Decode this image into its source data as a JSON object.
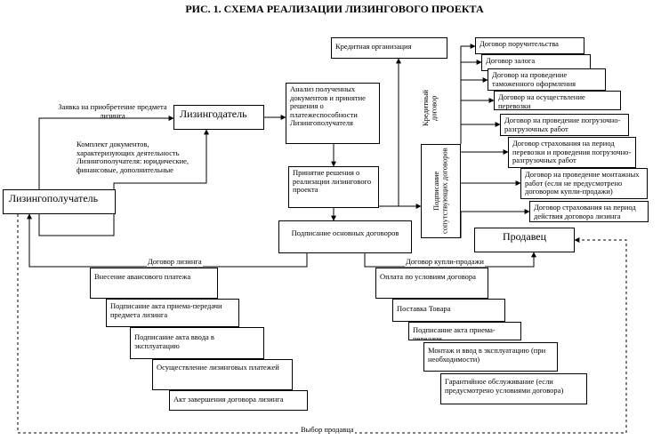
{
  "title": "РИС. 1. СХЕМА РЕАЛИЗАЦИИ ЛИЗИНГОВОГО ПРОЕКТА",
  "nodes": {
    "lessee": "Лизингополучатель",
    "lessor": "Лизингодатель",
    "credit_org": "Кредитная организация",
    "analysis": "Анализ полученных документов и принятие решения о платежеспособности Лизингополучателя",
    "decision": "Принятие решения о реализации лизингового проекта",
    "signing_main": "Подписание основных договоров",
    "signing_accomp": "Подписание сопутствующих договоров",
    "seller": "Продавец"
  },
  "labels": {
    "application": "Заявка на приобретение предмета лизинга",
    "documents": "Комплект документов, характеризующих деятельность Лизингополучателя: юридические, финансовые, дополнительные",
    "credit_contract": "Кредитный договор",
    "leasing_contract": "Договор лизинга",
    "purchase_contract": "Договор купли-продажи",
    "seller_choice": "Выбор продавца"
  },
  "accompanying_contracts": [
    "Договор поручительства",
    "Договор залога",
    "Договор на проведение таможенного оформления",
    "Договор на осуществление перевозки",
    "Договор на проведение погрузочно-разгрузочных работ",
    "Договор страхования на период перевозки и проведения погрузочно-разгрузочных работ",
    "Договор на проведение монтажных работ (если не предусмотрено договором купли-продажи)",
    "Договор страхования на период действия договора лизинга"
  ],
  "leasing_steps": [
    "Внесение авансового платежа",
    "Подписание акта приема-передачи предмета лизинга",
    "Подписание акта ввода в эксплуатацию",
    "Осуществление лизинговых платежей",
    "Акт завершения договора лизинга"
  ],
  "purchase_steps": [
    "Оплата по условиям договора",
    "Поставка Товара",
    "Подписание акта приема-передачи",
    "Монтаж и ввод в эксплуатацию (при необходимости)",
    "Гарантийное обслуживание (если предусмотрено условиями договора)"
  ]
}
